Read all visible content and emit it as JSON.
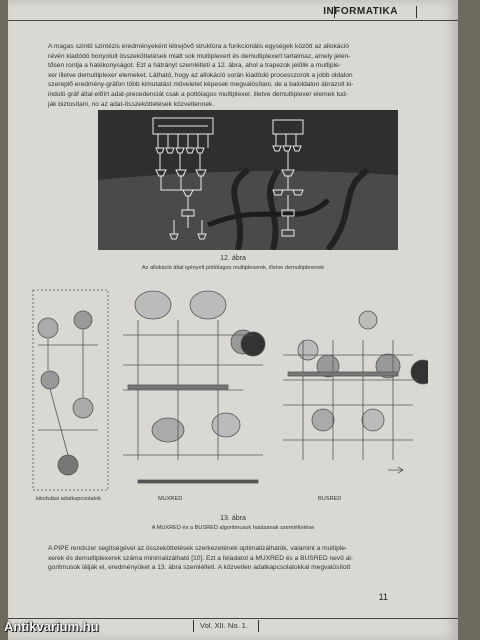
{
  "header": {
    "title": "INFORMATIKA"
  },
  "intro_lines": [
    "A magas szintű szintézis eredményeként létrejövő struktúra a funkcionális egységek között az allokáció",
    "révén kiadódó bonyolult összeköttetések miatt sok multiplexert és demultiplexert tartalmaz, amely jelen-",
    "tősen rontja a hatékonyságot. Ezt a hátrányt szemlélteti a 12. ábra, ahol a trapezok jelölik a multiple-",
    "xer illetve demultiplexer elemeket. Látható, hogy az allokáció során kiadódó processzorok a jobb oldalon",
    "szereplő eredmény-gráfon több kimutatást műveletet képesek megvalósítani, de a baloldalon ábrázolt ki-",
    "induló gráf által előírt adat-precedenciát csak a potlólagos multiplexer, illetve demultiplexer elemek tud-",
    "ják biztosítani, no az adat-összeköttetések közvetlennek."
  ],
  "figure12": {
    "number": "12. ábra",
    "caption": "Az allokáció által igényelt pótlólagos multiplexerek, illetve demultiplexerek"
  },
  "figure13": {
    "label_left": "kiindulási adatkapcsolatok",
    "label_mid": "MUXRED",
    "label_right": "BUSRED",
    "number": "13. ábra",
    "caption": "A MUXRED és a BUSRED algoritmusok hatásának szemléltetése"
  },
  "outro_lines": [
    "A PIPE rendszer segítségével az összeköttetések szerkezetének optimalizálhatók, valamint a multiple-",
    "xerek és demultiplexerek száma minimalizálható [10]. Ezt a feladatot a MUXRED és a BUSRED nevű al-",
    "goritmusok látják el, eredményüket a 13. ábra szemlélteti. A közvetlen adatkapcsolatokkal megvalósított"
  ],
  "page_number": "11",
  "footer": "Vol. XII. No. 1.",
  "watermark": "Antikvarium.hu"
}
